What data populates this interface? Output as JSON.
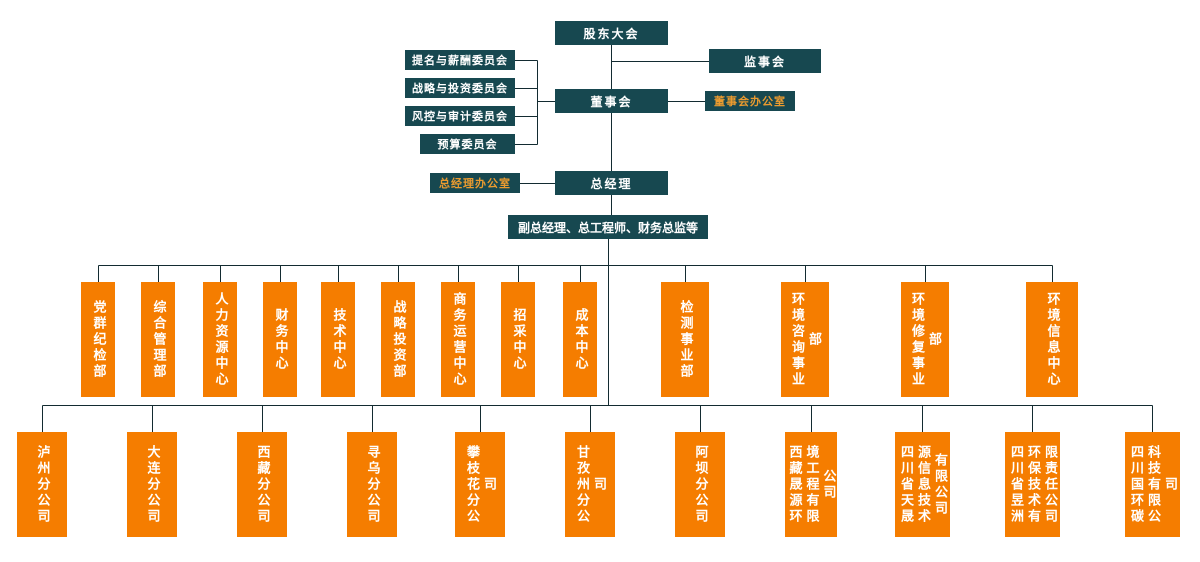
{
  "org": {
    "shareholders": "股东大会",
    "supervisory_board": "监事会",
    "board": "董事会",
    "board_office": "董事会办公室",
    "committees": [
      "提名与薪酬委员会",
      "战略与投资委员会",
      "风控与审计委员会",
      "预算委员会"
    ],
    "gm_office": "总经理办公室",
    "general_manager": "总经理",
    "executives": "副总经理、总工程师、财务总监等",
    "departments": [
      "党群纪检部",
      "综合管理部",
      "人力资源中心",
      "财务中心",
      "技术中心",
      "战略投资部",
      "商务运营中心",
      "招采中心",
      "成本中心",
      "检测事业部",
      "环境咨询事业部",
      "环境修复事业部",
      "环境信息中心"
    ],
    "subsidiaries": [
      "泸州分公司",
      "大连分公司",
      "西藏分公司",
      "寻乌分公司",
      "攀枝花分公司",
      "甘孜州分公司",
      "阿坝分公司",
      "西藏晟源环境工程有限公司",
      "四川省天晟源信息技术有限公司",
      "四川省昱洲环保技术有限责任公司",
      "四川国环碳科技有限公司"
    ]
  },
  "colors": {
    "node_teal": "#174850",
    "node_orange": "#f57d00",
    "office_text": "#eb9b2f",
    "line": "#132b31",
    "background": "#ffffff"
  }
}
